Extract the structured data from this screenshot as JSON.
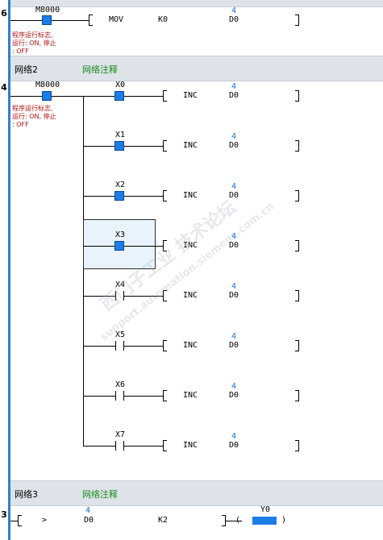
{
  "networks": {
    "top_rung": {
      "row_number": "6",
      "contact": "M8000",
      "comment_lines": [
        "程序运行标志,",
        "运行: ON, 停止",
        ": OFF"
      ],
      "instruction": "MOV",
      "operand1": "K0",
      "operand2_value": "4",
      "operand2": "D0"
    },
    "net2": {
      "title": "网络2",
      "comment": "网络注释",
      "row_number": "4",
      "contact": "M8000",
      "comment_lines": [
        "程序运行标志,",
        "运行: ON, 停止",
        ": OFF"
      ],
      "branches": [
        {
          "contact": "X0",
          "state": "on",
          "instruction": "INC",
          "value": "4",
          "operand": "D0"
        },
        {
          "contact": "X1",
          "state": "on",
          "instruction": "INC",
          "value": "4",
          "operand": "D0"
        },
        {
          "contact": "X2",
          "state": "on",
          "instruction": "INC",
          "value": "4",
          "operand": "D0"
        },
        {
          "contact": "X3",
          "state": "on",
          "instruction": "INC",
          "value": "4",
          "operand": "D0"
        },
        {
          "contact": "X4",
          "state": "off",
          "instruction": "INC",
          "value": "4",
          "operand": "D0"
        },
        {
          "contact": "X5",
          "state": "off",
          "instruction": "INC",
          "value": "4",
          "operand": "D0"
        },
        {
          "contact": "X6",
          "state": "off",
          "instruction": "INC",
          "value": "4",
          "operand": "D0"
        },
        {
          "contact": "X7",
          "state": "off",
          "instruction": "INC",
          "value": "4",
          "operand": "D0"
        }
      ]
    },
    "net3": {
      "title": "网络3",
      "comment": "网络注释",
      "row_number": "3",
      "compare_op": ">",
      "operand1_value": "4",
      "operand1": "D0",
      "operand2": "K2",
      "coil": "Y0"
    }
  },
  "watermark": {
    "line1": "西门子工业  技术论坛",
    "line2": "support.automation.siemens.com.cn"
  },
  "colors": {
    "accent": "#1e7ce6",
    "header_bg": "#dde3e8",
    "comment_green": "#1b8a1b",
    "comment_red": "#b01010",
    "value_blue": "#1a6fd1"
  }
}
